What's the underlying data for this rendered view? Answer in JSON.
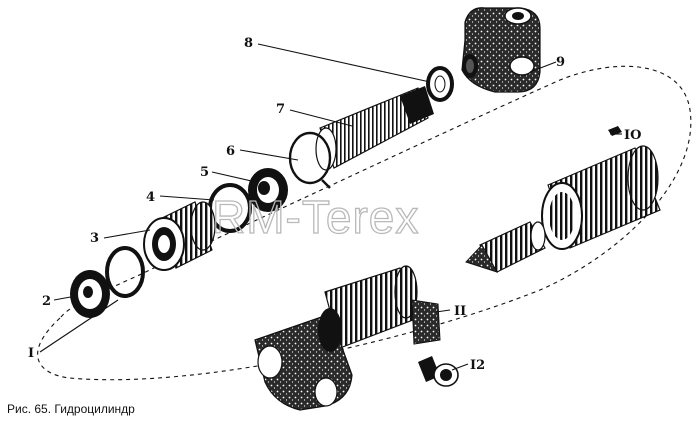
{
  "diagram": {
    "caption": "Рис. 65. Гидроцилиндр",
    "watermark": "RM-Terex",
    "callouts": {
      "c1": "I",
      "c2": "2",
      "c3": "3",
      "c4": "4",
      "c5": "5",
      "c6": "6",
      "c7": "7",
      "c8": "8",
      "c9": "9",
      "c10": "IO",
      "c11": "II",
      "c12": "I2"
    },
    "colors": {
      "ink": "#111111",
      "watermark": "#b9b9b9",
      "background": "#ffffff"
    }
  }
}
